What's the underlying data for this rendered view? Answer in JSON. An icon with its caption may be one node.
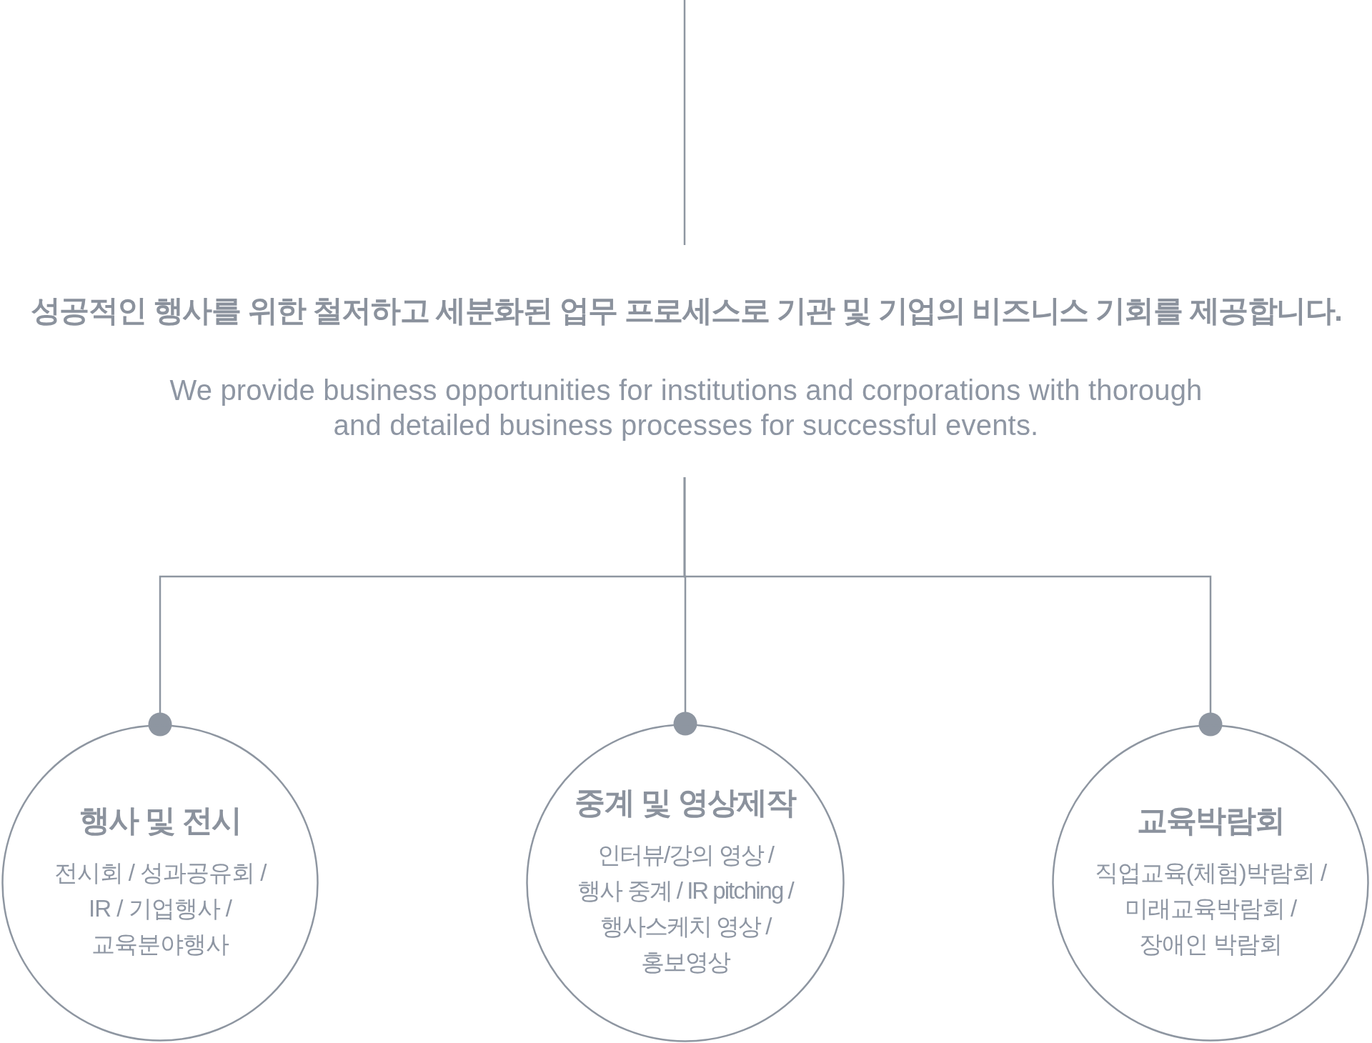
{
  "diagram": {
    "nodes": [
      {
        "text": [
          "성공적인 행사를 위한 철저하고 세분화된 업무 프로세스로 기관 및 기업의 비즈니스 기회를 제공합니다.",
          "We provide business opportunities for institutions and corporations with thorough and detailed business processes for successful events."
        ]
      },
      {
        "text": [
          "행사 및 전시",
          "전시회 / 성과공유회 / IR / 기업행사 / 교육분야행사"
        ]
      },
      {
        "text": [
          "중계 및 영상제작",
          "인터뷰/강의 영상 / 행사 중계 / IR pitching / 행사스케치 영상 / 홍보영상"
        ]
      },
      {
        "text": [
          "교육박람회",
          "직업교육(체험)박람회 / 미래교육박람회 / 장애인 박람회"
        ]
      }
    ],
    "edges": [
      {
        "from": null,
        "to": 0,
        "arrow": "none"
      },
      {
        "from": 0,
        "to": 1,
        "arrow": "other"
      },
      {
        "from": 0,
        "to": 2,
        "arrow": "other"
      },
      {
        "from": 0,
        "to": 3,
        "arrow": "other"
      }
    ]
  }
}
